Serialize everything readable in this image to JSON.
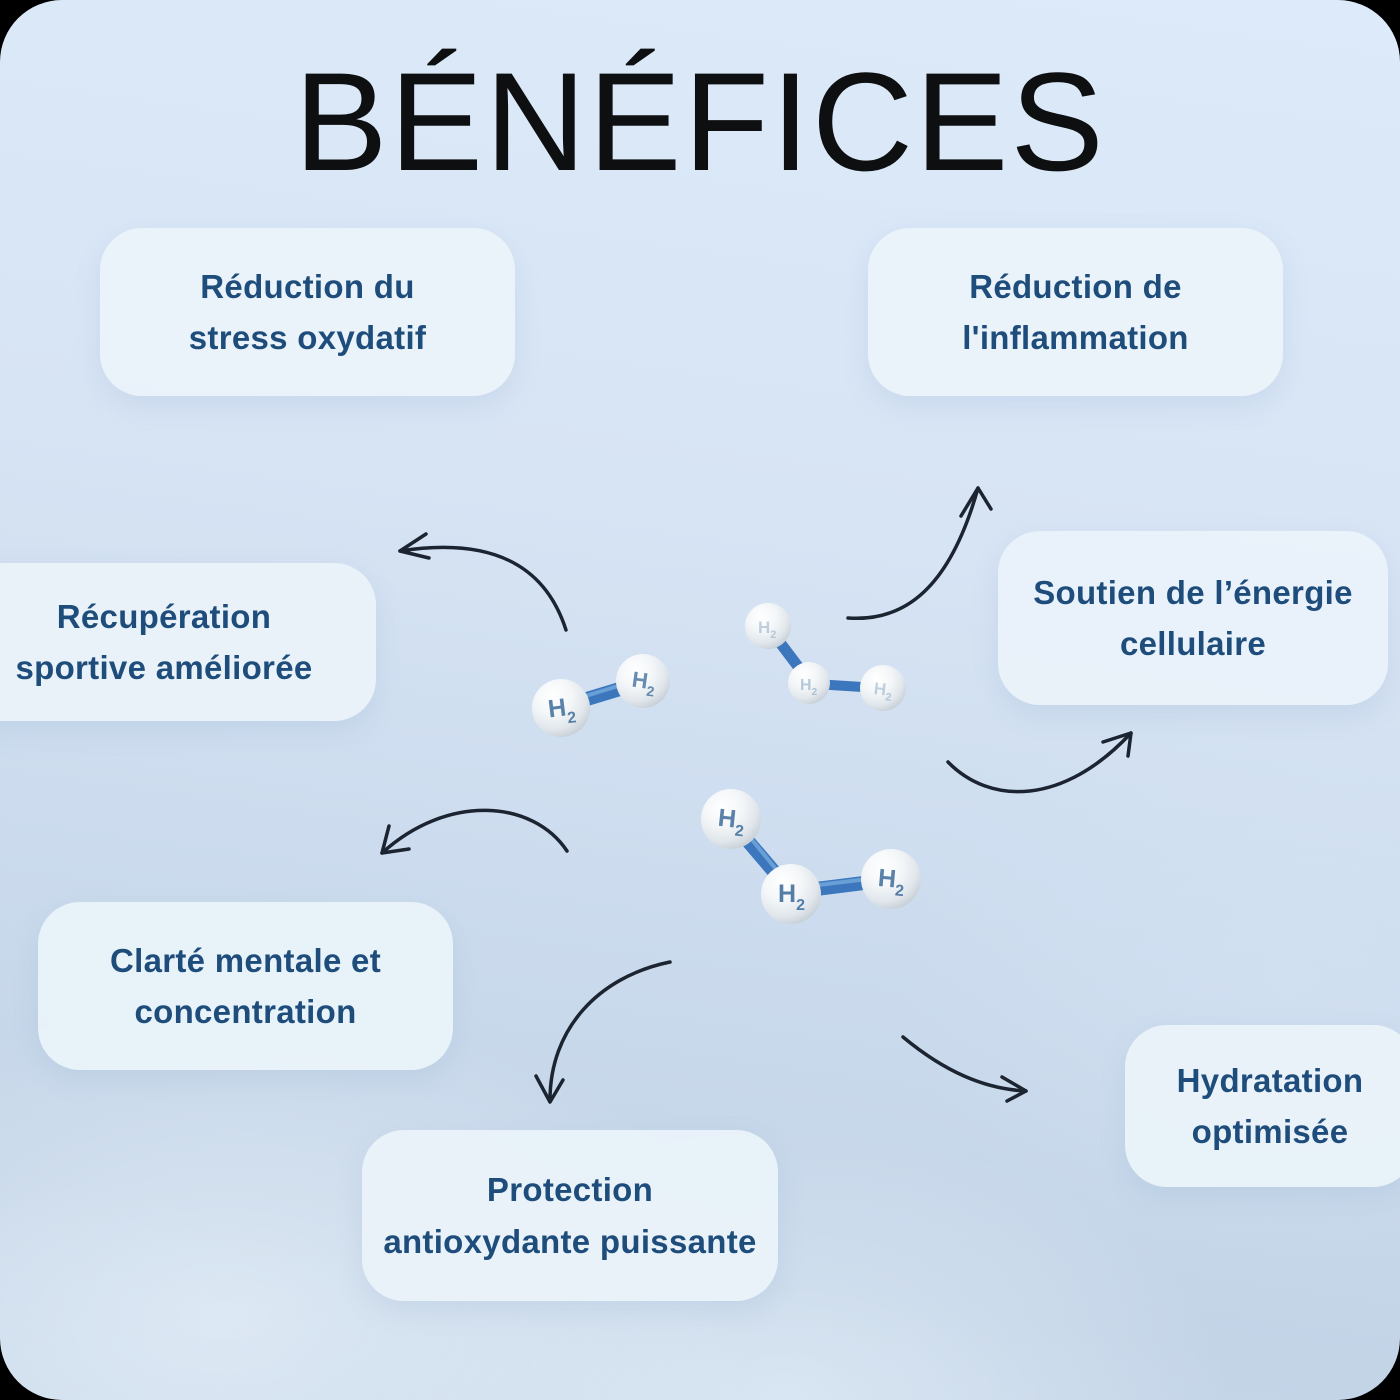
{
  "title": "BÉNÉFICES",
  "cards": {
    "stress": {
      "line1": "Réduction du",
      "line2": "stress oxydatif"
    },
    "inflammation": {
      "line1": "Réduction de",
      "line2": "l'inflammation"
    },
    "recuperation": {
      "line1": "Récupération",
      "line2": "sportive améliorée"
    },
    "soutien": {
      "line1": "Soutien de l’énergie",
      "line2": "cellulaire"
    },
    "clarte": {
      "line1": "Clarté mentale et",
      "line2": "concentration"
    },
    "protection": {
      "line1": "Protection",
      "line2": "antioxydante puissante"
    },
    "hydratation": {
      "line1": "Hydratation",
      "line2": "optimisée"
    }
  },
  "molecule": {
    "symbol": "H",
    "subscript": "2"
  },
  "colors": {
    "background_top": "#dceafa",
    "background_bottom": "#c3d4e7",
    "card_fill": "#ebf3fa",
    "card_text": "#1e4d7c",
    "title_text": "#0e0f10",
    "arrow": "#1b2430",
    "bond_blue": "#3c77bd",
    "sphere_label_blue": "#44719f"
  }
}
